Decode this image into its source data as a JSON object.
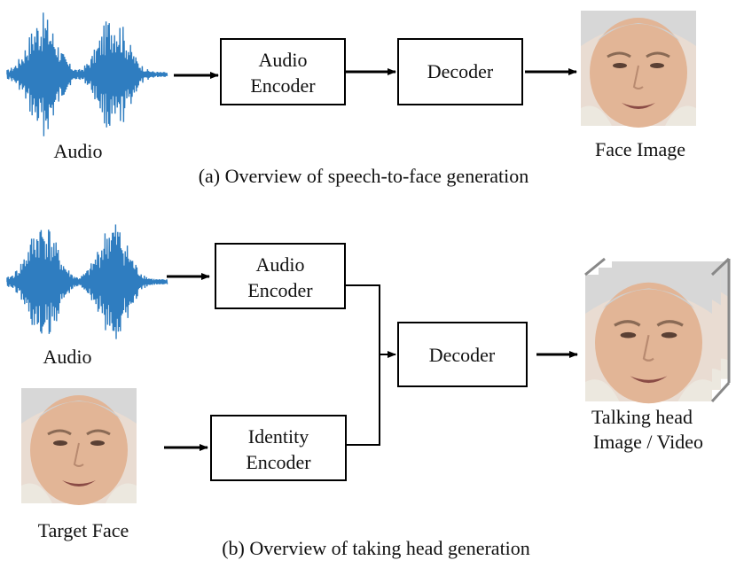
{
  "section_a": {
    "caption": "(a)  Overview of speech-to-face generation",
    "audio_label": "Audio",
    "audio_encoder": [
      "Audio",
      "Encoder"
    ],
    "decoder": "Decoder",
    "output_label": "Face Image"
  },
  "section_b": {
    "caption": "(b)  Overview of taking head generation",
    "audio_label": "Audio",
    "target_label": "Target Face",
    "audio_encoder": [
      "Audio",
      "Encoder"
    ],
    "identity_encoder": [
      "Identity",
      "Encoder"
    ],
    "decoder": "Decoder",
    "output_label": [
      "Talking head",
      "Image / Video"
    ]
  },
  "colors": {
    "waveform": "#2f7dc0",
    "box_stroke": "#000000",
    "skin": "#e2b596",
    "hair": "#d9d9d9",
    "collar": "#ece8df"
  }
}
